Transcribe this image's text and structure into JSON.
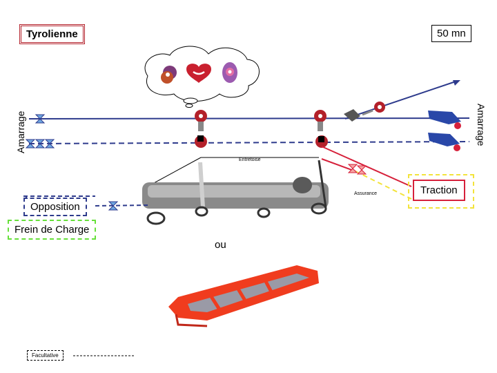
{
  "title": "Tyrolienne",
  "duration": "50 mn",
  "anchor_left": "Amarrage",
  "anchor_right": "Amarrage",
  "labels": {
    "opposition": "Opposition",
    "frein": "Frein de Charge",
    "traction": "Traction",
    "entretoise": "Entretoise",
    "assurance": "Assurance",
    "ou": "ou",
    "facultative": "Facultative"
  },
  "colors": {
    "rope": "#2d3a8c",
    "traction_rope": "#d6203a",
    "assurance_rope": "#f3e33b",
    "frein_border": "#66e03a",
    "pulley": "#b3202a",
    "stretcher": "#f03c1e"
  },
  "icons": [
    "pulley-icon",
    "rope-grab-icon",
    "knot-icon",
    "stretcher-icon",
    "basket-stretcher-icon"
  ]
}
